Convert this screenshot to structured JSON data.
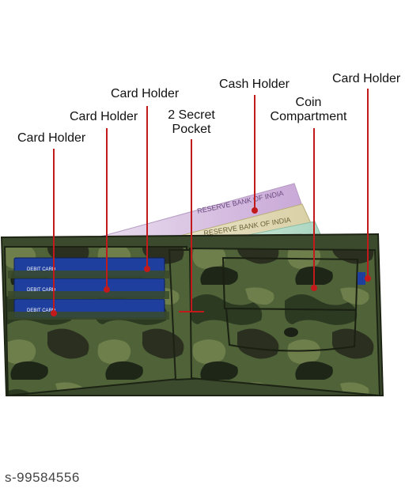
{
  "labels": {
    "card_holder_left": "Card Holder",
    "card_holder_second": "Card Holder",
    "card_holder_third": "Card Holder",
    "secret_pocket_line1": "2 Secret",
    "secret_pocket_line2": "Pocket",
    "cash_holder": "Cash Holder",
    "coin_line1": "Coin",
    "coin_line2": "Compartment",
    "card_holder_right": "Card Holder"
  },
  "cards": {
    "debit_label": "DEBIT CARD"
  },
  "notes": {
    "bank_text": "RESERVE BANK OF INDIA"
  },
  "product_code": "s-99584556",
  "colors": {
    "pointer_line": "#c21a1a",
    "camo_dark": "#2c3a22",
    "camo_mid": "#4f6238",
    "camo_light": "#6f7f4c",
    "card_blue": "#1f3f9e"
  }
}
